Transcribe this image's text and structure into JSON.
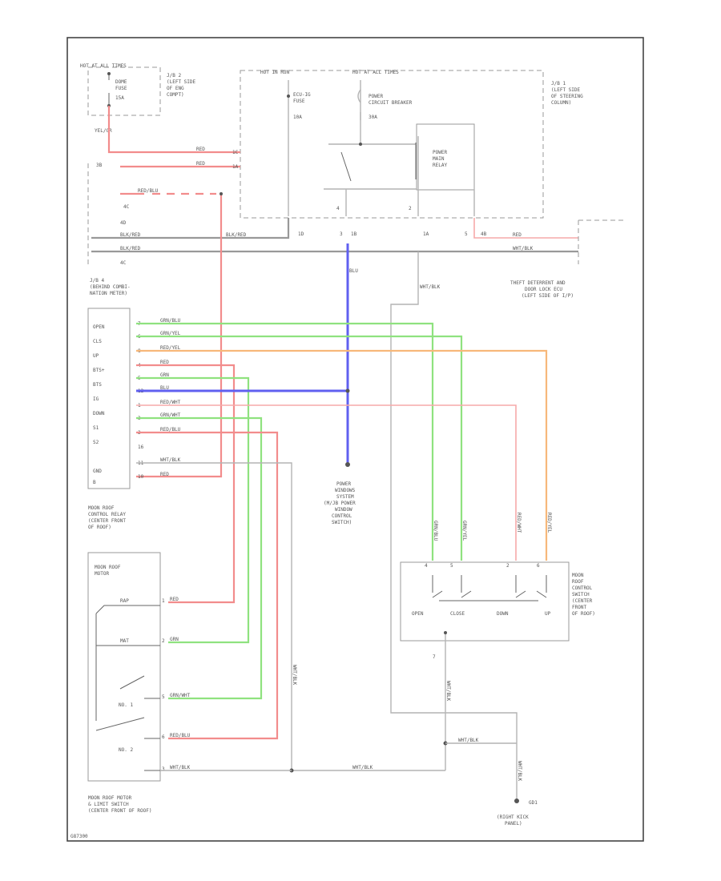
{
  "diagram": {
    "code": "G87300",
    "power": {
      "hot_all": "HOT AT ALL TIMES",
      "hot_run": "HOT IN RUN",
      "hot_acc": "HOT AT ALL TIMES",
      "dome_fuse": "DOME",
      "dome_fuse2": "FUSE",
      "dome_amp": "15A",
      "jb2_a": "J/B 2",
      "jb2_b": "(LEFT SIDE",
      "jb2_c": "OF ENG",
      "jb2_d": "COMPT)",
      "ecu_fuse": "ECU-IG",
      "ecu_fuse2": "FUSE",
      "ecu_amp": "10A",
      "cb_a": "POWER",
      "cb_b": "CIRCUIT BREAKER",
      "cb_amp": "30A",
      "relay_a": "POWER",
      "relay_b": "MAIN",
      "relay_c": "RELAY",
      "jb1_a": "J/B 1",
      "jb1_b": "(LEFT SIDE",
      "jb1_c": "OF STEERING",
      "jb1_d": "COLUMN)"
    },
    "wires": {
      "yel_gr": "YEL/GR",
      "red_1": "RED",
      "red_2": "RED",
      "red_3": "RED",
      "blk_red_1": "BLK/RED",
      "blk_red_2": "BLK/RED",
      "blk_red_3": "BLK/RED",
      "red_blu": "RED/BLU",
      "blu_v": "BLU",
      "wht_blk_v": "WHT/BLK",
      "open_wire": "GRN/BLU",
      "close_wire": "GRN/YEL",
      "up_wire": "RED/YEL",
      "mtr_red": "RED",
      "mtr_grn": "GRN",
      "blu_h": "BLU",
      "down_wire": "RED/WHT",
      "ls1_wire": "GRN/WHT",
      "ls2_wire": "RED/BLU",
      "gnd_wire": "WHT/BLK",
      "pwr_red": "RED",
      "sw_open": "GRN/BLU",
      "sw_close": "GRN/YEL",
      "sw_down": "RED/WHT",
      "sw_up": "RED/YEL",
      "rtm": "RED",
      "gtm": "GRN",
      "ls1_m": "GRN/WHT",
      "ls2_m": "RED/BLU",
      "gnd_m": "WHT/BLK",
      "gnd_mid": "WHT/BLK",
      "gnd_sw": "WHT/BLK",
      "gnd_sw_v": "WHT/BLK",
      "gnd_vert": "WHT/BLK",
      "gnd_end": "WHT/BLK"
    },
    "connectors": {
      "c_1c": "1C",
      "c_1a": "1A",
      "c_3b": "3B",
      "c_4c": "4C",
      "c_1d": "1D",
      "c_1b": "1B",
      "c_1a2": "1A",
      "c_4b": "4B",
      "p_3": "3",
      "p_4": "4",
      "p_2": "2",
      "p_5": "5",
      "c_4d": "4D",
      "c_4c2": "4C"
    },
    "jb4": {
      "a": "J/B 4",
      "b": "(BEHIND COMBI-",
      "c": "NATION METER)"
    },
    "theft": {
      "a": "THEFT DETERRENT AND",
      "b": "DOOR LOCK ECU",
      "c": "(LEFT SIDE OF I/P)"
    },
    "relay_pins": {
      "open": "OPEN",
      "clos": "CLS",
      "up": "UP",
      "b1": "BTS+",
      "b2": "BTS",
      "ig": "IG",
      "down": "DOWN",
      "s1": "S1",
      "s2": "S2",
      "gnd": "GND",
      "b": "B"
    },
    "relay_nums": [
      "7",
      "6",
      "8",
      "4",
      "5",
      "12",
      "1",
      "3",
      "2",
      "16",
      "11",
      "10"
    ],
    "relay_label": {
      "a": "MOON ROOF",
      "b": "CONTROL RELAY",
      "c": "(CENTER FRONT",
      "d": "OF ROOF)"
    },
    "motor": {
      "title_a": "MOON ROOF",
      "title_b": "MOTOR",
      "map": "RAP",
      "mat": "MAT",
      "ls1": "NO. 1",
      "ls2": "NO. 2",
      "pin_1": "1",
      "pin_2": "2",
      "pin_5": "5",
      "pin_6": "6",
      "pin_3": "3",
      "bottom_a": "MOON ROOF MOTOR",
      "bottom_b": "& LIMIT SWITCH",
      "bottom_c": "(CENTER FRONT OF ROOF)"
    },
    "window_label": {
      "a": "POWER",
      "b": "WINDOWS",
      "c": "SYSTEM",
      "d": "(M/JB POWER",
      "e": "WINDOW",
      "f": "CONTROL",
      "g": "SWITCH)"
    },
    "switch": {
      "open": "OPEN",
      "close": "CLOSE",
      "down": "DOWN",
      "up": "UP",
      "p1": "4",
      "p2": "5",
      "p3": "2",
      "p4": "6",
      "p7": "7",
      "label_a": "MOON",
      "label_b": "ROOF",
      "label_c": "CONTROL",
      "label_d": "SWITCH",
      "label_e": "(CENTER",
      "label_f": "FRONT",
      "label_g": "OF ROOF)"
    },
    "ground": {
      "id": "GD1",
      "a": "(RIGHT KICK",
      "b": "PANEL)"
    }
  }
}
